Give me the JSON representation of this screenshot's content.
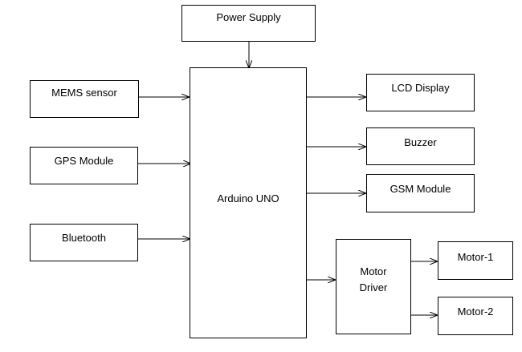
{
  "diagram": {
    "blocks": {
      "power_supply": "Power Supply",
      "mems_sensor": "MEMS sensor",
      "gps_module": "GPS Module",
      "bluetooth": "Bluetooth",
      "arduino_uno": "Arduino UNO",
      "lcd_display": "LCD Display",
      "buzzer": "Buzzer",
      "gsm_module": "GSM Module",
      "motor_driver": [
        "Motor",
        "Driver"
      ],
      "motor_1": "Motor-1",
      "motor_2": "Motor-2"
    },
    "connections": [
      {
        "from": "Power Supply",
        "to": "Arduino UNO"
      },
      {
        "from": "MEMS sensor",
        "to": "Arduino UNO"
      },
      {
        "from": "GPS Module",
        "to": "Arduino UNO"
      },
      {
        "from": "Bluetooth",
        "to": "Arduino UNO"
      },
      {
        "from": "Arduino UNO",
        "to": "LCD Display"
      },
      {
        "from": "Arduino UNO",
        "to": "Buzzer"
      },
      {
        "from": "Arduino UNO",
        "to": "GSM Module"
      },
      {
        "from": "Arduino UNO",
        "to": "Motor Driver"
      },
      {
        "from": "Motor Driver",
        "to": "Motor-1"
      },
      {
        "from": "Motor Driver",
        "to": "Motor-2"
      }
    ]
  }
}
